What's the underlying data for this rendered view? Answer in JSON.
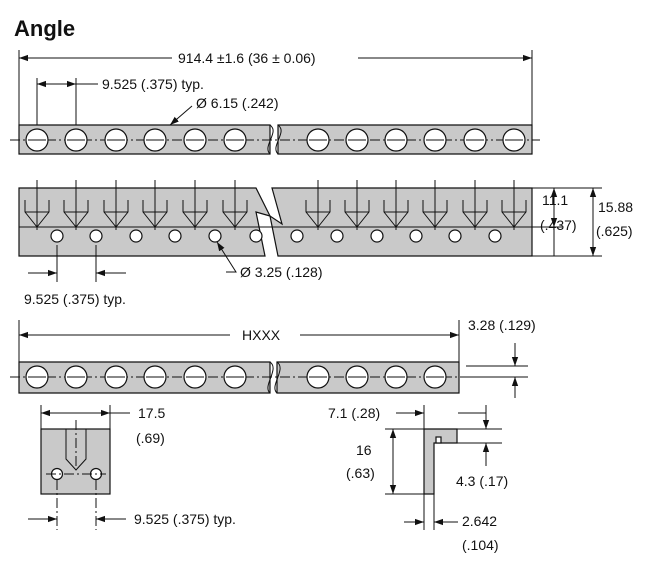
{
  "title": "Angle",
  "dims": {
    "overall_length": "914.4 ±1.6 (36 ± 0.06)",
    "pitch_top": "9.525 (.375) typ.",
    "slot_diameter": "Ø 6.15 (.242)",
    "hole_diameter": "Ø 3.25 (.128)",
    "pitch_bottom": "9.525 (.375) typ.",
    "height_a_1": "11.1",
    "height_a_2": "(.437)",
    "height_b_1": "15.88",
    "height_b_2": "(.625)",
    "hxxx": "HXXX",
    "thickness": "3.28 (.129)",
    "block_width_1": "17.5",
    "block_width_2": "(.69)",
    "block_pitch": "9.525 (.375) typ.",
    "flange_width": "7.1 (.28)",
    "section_height_1": "16",
    "section_height_2": "(.63)",
    "lip_height": "4.3 (.17)",
    "wall_thickness_1": "2.642",
    "wall_thickness_2": "(.104)"
  }
}
